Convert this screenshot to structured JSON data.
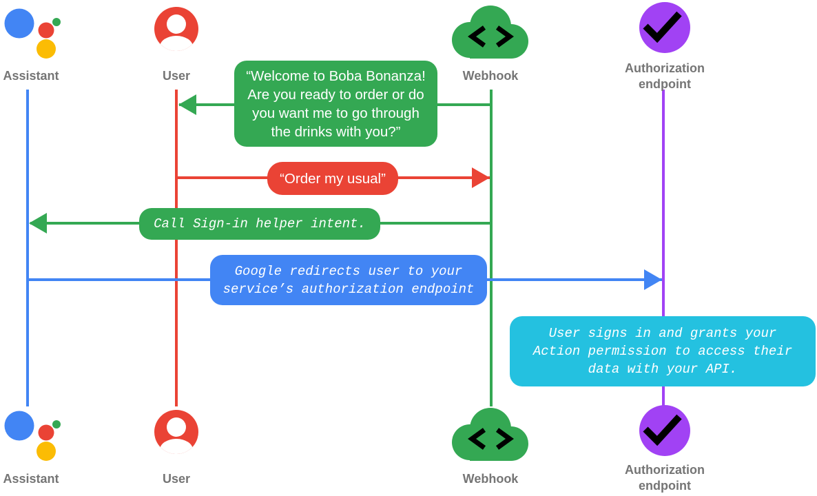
{
  "palette": {
    "blue": "#4285F4",
    "red": "#EA4335",
    "green": "#34A853",
    "yellow": "#FBBC04",
    "purple": "#A142F4",
    "cyan": "#24C1E0",
    "label_gray": "#757575",
    "glyph_black": "#000000",
    "bubble_text": "#FFFFFF",
    "background": "#FFFFFF"
  },
  "actors": [
    {
      "id": "assistant",
      "label": "Assistant",
      "color": "#4285F4",
      "icon": "google-assistant-logo"
    },
    {
      "id": "user",
      "label": "User",
      "color": "#EA4335",
      "icon": "person-circle"
    },
    {
      "id": "webhook",
      "label": "Webhook",
      "color": "#34A853",
      "icon": "code-cloud"
    },
    {
      "id": "auth",
      "label": "Authorization endpoint",
      "color": "#A142F4",
      "icon": "checkmark-circle"
    }
  ],
  "messages": [
    {
      "from": "Webhook",
      "to": "User",
      "kind": "speech-bubble",
      "color": "#34A853",
      "text": "“Welcome to Boba Bonanza!\nAre you ready to order or do\nyou want me to go through\nthe drinks with you?”"
    },
    {
      "from": "User",
      "to": "Webhook",
      "kind": "speech-bubble",
      "color": "#EA4335",
      "text": "“Order my usual”"
    },
    {
      "from": "Webhook",
      "to": "Assistant",
      "kind": "code-note",
      "color": "#34A853",
      "text": "Call Sign-in helper intent."
    },
    {
      "from": "Assistant",
      "to": "Authorization endpoint",
      "kind": "code-note",
      "color": "#4285F4",
      "text": "Google redirects user to your\nservice’s authorization endpoint"
    },
    {
      "on": "Authorization endpoint",
      "kind": "code-note",
      "color": "#24C1E0",
      "text": "User signs in and grants your\nAction permission to access their\ndata with your API."
    }
  ]
}
